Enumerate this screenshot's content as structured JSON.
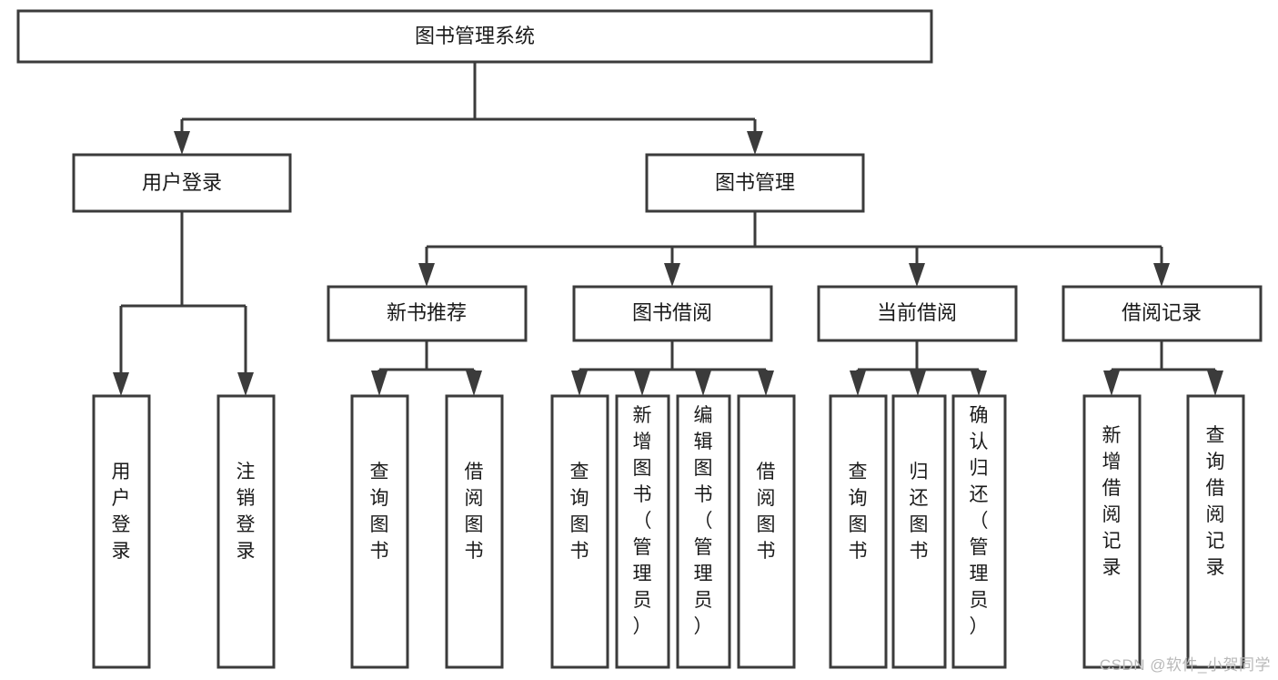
{
  "diagram": {
    "type": "tree-hierarchy-chart",
    "title": "图书管理系统",
    "orientation": "top-down",
    "colors": {
      "box_fill": "#ffffff",
      "box_stroke": "#3b3b3b",
      "connector": "#3b3b3b",
      "text": "#1a1a1a",
      "background": "#ffffff",
      "watermark": "#b9b9b9"
    },
    "levels": [
      {
        "level": 1,
        "nodes": [
          {
            "id": "root",
            "label": "图书管理系统",
            "text_orientation": "horizontal"
          }
        ]
      },
      {
        "level": 2,
        "nodes": [
          {
            "id": "user-login",
            "label": "用户登录",
            "text_orientation": "horizontal",
            "parent": "root"
          },
          {
            "id": "book-manage",
            "label": "图书管理",
            "text_orientation": "horizontal",
            "parent": "root"
          }
        ]
      },
      {
        "level": 3,
        "nodes": [
          {
            "id": "new-book-rec",
            "label": "新书推荐",
            "text_orientation": "horizontal",
            "parent": "book-manage"
          },
          {
            "id": "book-borrow",
            "label": "图书借阅",
            "text_orientation": "horizontal",
            "parent": "book-manage"
          },
          {
            "id": "current-borrow",
            "label": "当前借阅",
            "text_orientation": "horizontal",
            "parent": "book-manage"
          },
          {
            "id": "borrow-record",
            "label": "借阅记录",
            "text_orientation": "horizontal",
            "parent": "book-manage"
          }
        ]
      },
      {
        "level": 4,
        "nodes": [
          {
            "id": "leaf-user-login",
            "label": "用户登录",
            "text_orientation": "vertical",
            "parent": "user-login"
          },
          {
            "id": "leaf-logout",
            "label": "注销登录",
            "text_orientation": "vertical",
            "parent": "user-login"
          },
          {
            "id": "leaf-query-book-1",
            "label": "查询图书",
            "text_orientation": "vertical",
            "parent": "new-book-rec"
          },
          {
            "id": "leaf-borrow-book-1",
            "label": "借阅图书",
            "text_orientation": "vertical",
            "parent": "new-book-rec"
          },
          {
            "id": "leaf-query-book-2",
            "label": "查询图书",
            "text_orientation": "vertical",
            "parent": "book-borrow"
          },
          {
            "id": "leaf-add-book",
            "label": "新增图书（管理员）",
            "text_orientation": "vertical",
            "parent": "book-borrow"
          },
          {
            "id": "leaf-edit-book",
            "label": "编辑图书（管理员）",
            "text_orientation": "vertical",
            "parent": "book-borrow"
          },
          {
            "id": "leaf-borrow-book-2",
            "label": "借阅图书",
            "text_orientation": "vertical",
            "parent": "book-borrow"
          },
          {
            "id": "leaf-query-book-3",
            "label": "查询图书",
            "text_orientation": "vertical",
            "parent": "current-borrow"
          },
          {
            "id": "leaf-return-book",
            "label": "归还图书",
            "text_orientation": "vertical",
            "parent": "current-borrow"
          },
          {
            "id": "leaf-confirm-return",
            "label": "确认归还（管理员）",
            "text_orientation": "vertical",
            "parent": "current-borrow"
          },
          {
            "id": "leaf-add-record",
            "label": "新增借阅记录",
            "text_orientation": "vertical",
            "parent": "borrow-record"
          },
          {
            "id": "leaf-query-record",
            "label": "查询借阅记录",
            "text_orientation": "vertical",
            "parent": "borrow-record"
          }
        ]
      }
    ]
  },
  "watermark": {
    "text": "CSDN @软件_小贺同学"
  }
}
